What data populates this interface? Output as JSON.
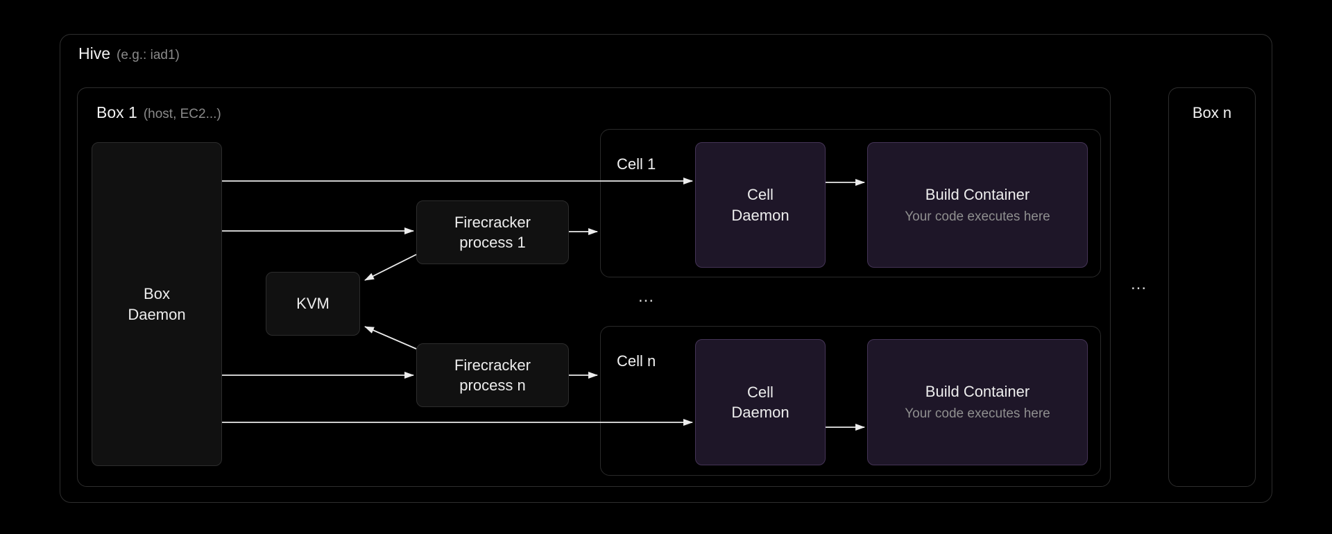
{
  "hive": {
    "title": "Hive",
    "subtitle": "(e.g.: iad1)"
  },
  "box1": {
    "title": "Box 1",
    "subtitle": "(host, EC2...)"
  },
  "boxn": {
    "title": "Box n"
  },
  "nodes": {
    "box_daemon": "Box\nDaemon",
    "kvm": "KVM",
    "firecracker_1": "Firecracker\nprocess 1",
    "firecracker_n": "Firecracker\nprocess n"
  },
  "cell1": {
    "title": "Cell 1",
    "daemon": "Cell\nDaemon",
    "build_title": "Build Container",
    "build_subtitle": "Your code executes here"
  },
  "celln": {
    "title": "Cell n",
    "daemon": "Cell\nDaemon",
    "build_title": "Build Container",
    "build_subtitle": "Your code executes here"
  },
  "ellipsis": {
    "cells": "...",
    "boxes": "..."
  },
  "colors": {
    "background": "#000000",
    "frame_border": "#2e2e2e",
    "node_background": "#111111",
    "cell_node_background": "#1e1628",
    "cell_node_border": "#453457",
    "text_primary": "#f2f2f2",
    "text_muted": "#8a8a8a",
    "arrow": "#ececec"
  }
}
